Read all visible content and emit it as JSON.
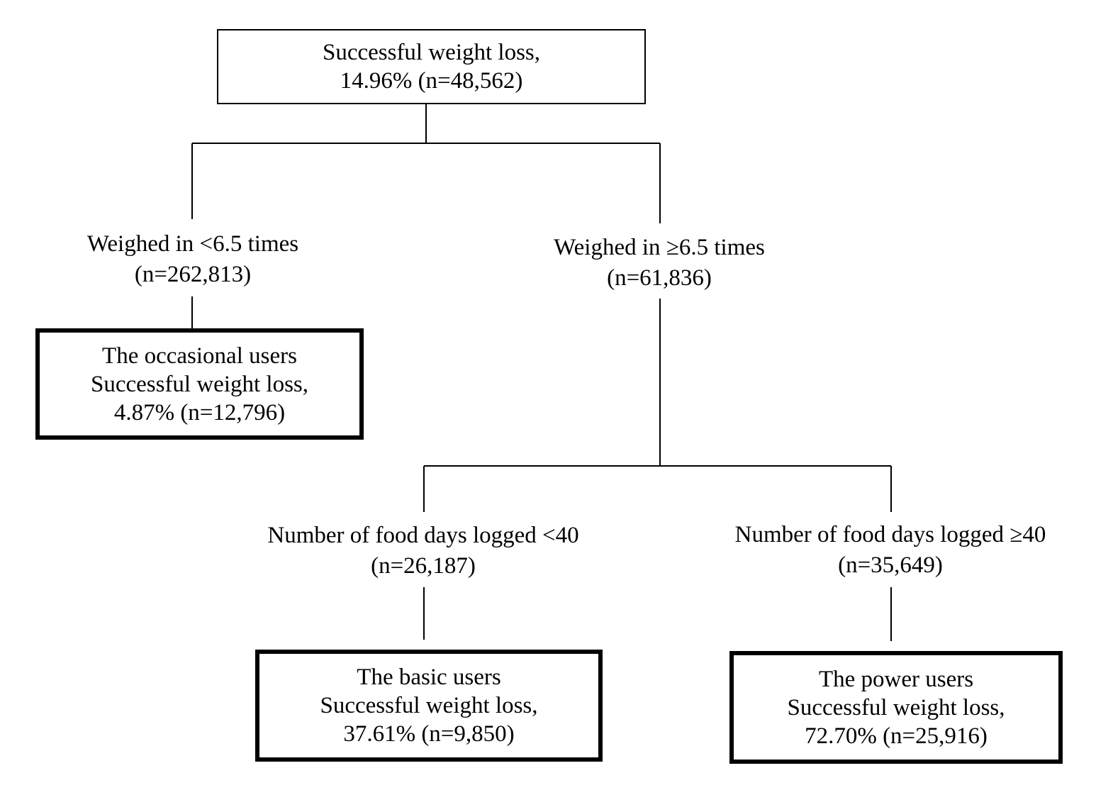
{
  "root": {
    "line1": "Successful weight loss,",
    "line2": "14.96% (n=48,562)"
  },
  "split_weigh_low": {
    "line1": "Weighed in <6.5 times",
    "line2": "(n=262,813)"
  },
  "split_weigh_high": {
    "line1": "Weighed in ≥6.5 times",
    "line2": "(n=61,836)"
  },
  "occasional": {
    "line1": "The occasional users",
    "line2": "Successful weight loss,",
    "line3": "4.87% (n=12,796)"
  },
  "split_food_low": {
    "line1": "Number of food days logged <40",
    "line2": "(n=26,187)"
  },
  "split_food_high": {
    "line1": "Number of food days logged ≥40",
    "line2": "(n=35,649)"
  },
  "basic": {
    "line1": "The basic users",
    "line2": "Successful weight loss,",
    "line3": "37.61% (n=9,850)"
  },
  "power": {
    "line1": "The power users",
    "line2": "Successful weight loss,",
    "line3": "72.70% (n=25,916)"
  },
  "colors": {
    "line": "#000000",
    "background": "#ffffff"
  }
}
